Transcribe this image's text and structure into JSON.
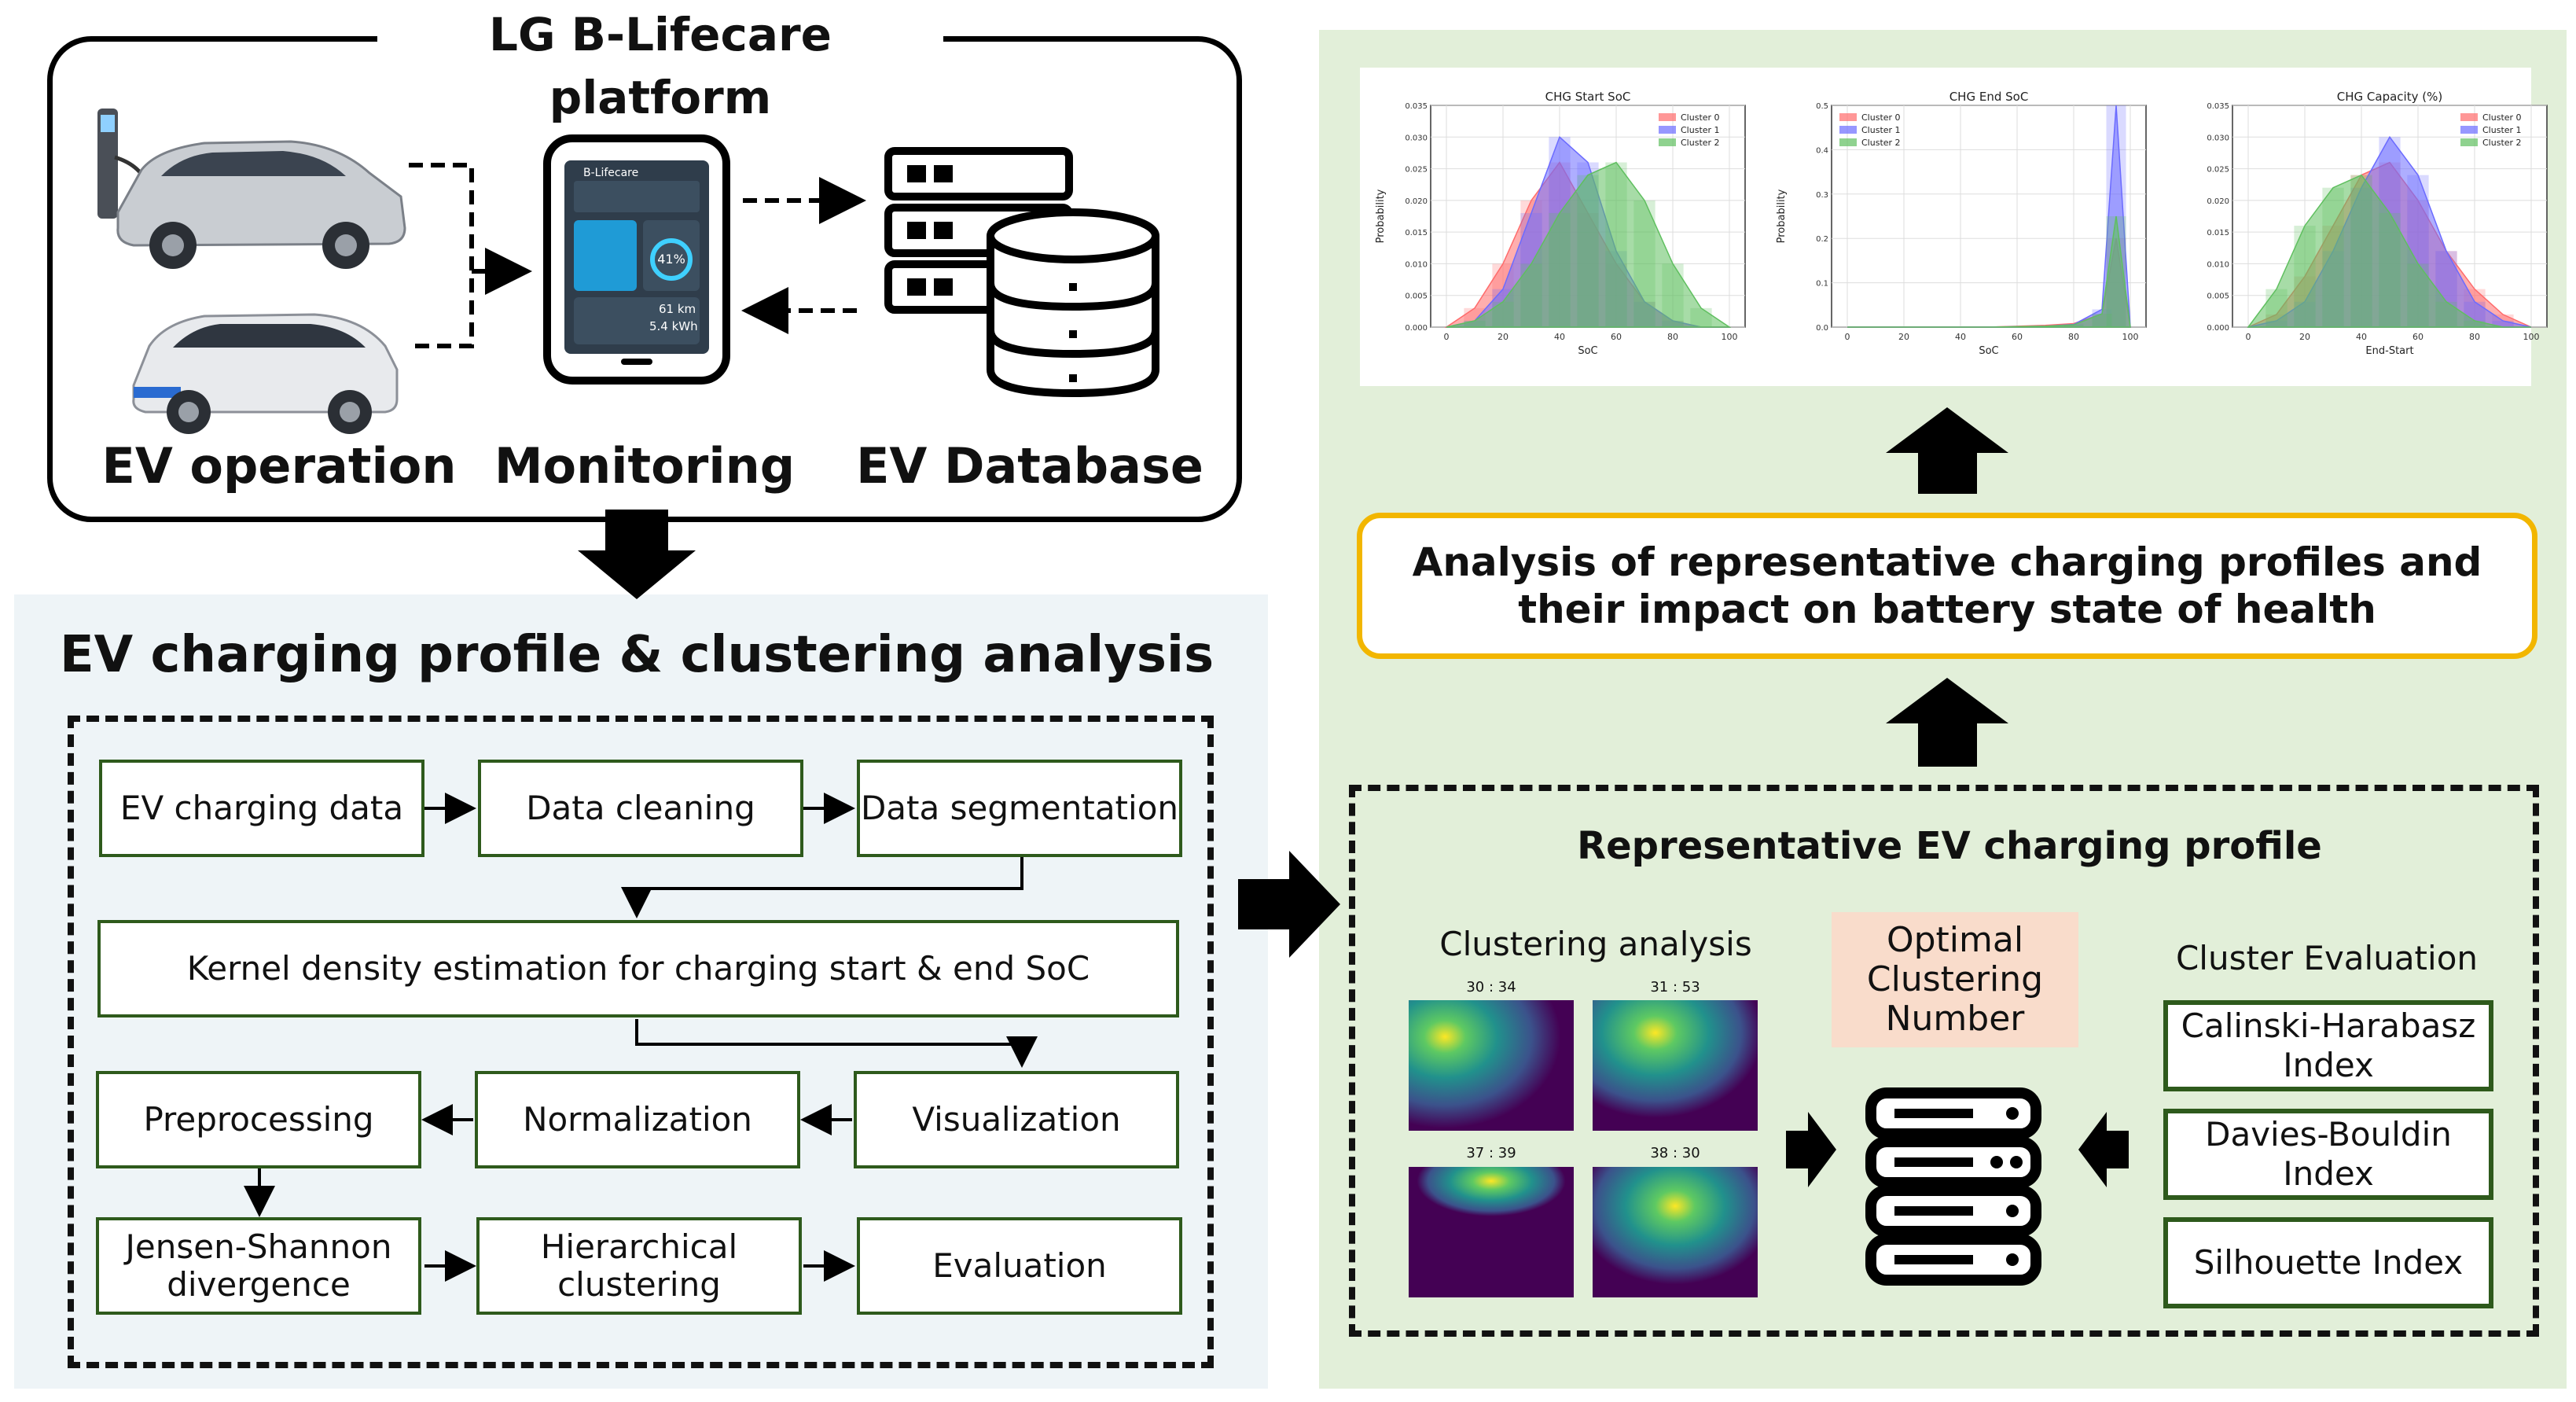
{
  "platform": {
    "title": "LG B-Lifecare platform",
    "labels": [
      "EV operation",
      "Monitoring",
      "EV Database"
    ],
    "phone": {
      "logo": "B-Lifecare",
      "percent": "41%",
      "distance": "61 km",
      "energy": "5.4 kWh"
    }
  },
  "clustering_section": {
    "title": "EV charging profile & clustering analysis",
    "steps": {
      "ev_charging_data": "EV charging data",
      "data_cleaning": "Data cleaning",
      "data_segmentation": "Data segmentation",
      "kde": "Kernel density estimation for charging start & end SoC",
      "preprocessing": "Preprocessing",
      "normalization": "Normalization",
      "visualization": "Visualization",
      "jsd": "Jensen-Shannon divergence",
      "hierarchical": "Hierarchical clustering",
      "evaluation": "Evaluation"
    }
  },
  "analysis_box": "Analysis of representative charging profiles and their impact on battery state of health",
  "representative": {
    "title": "Representative EV charging profile",
    "clustering_title": "Clustering analysis",
    "heatmaps": [
      {
        "label": "30 : 34"
      },
      {
        "label": "31 : 53"
      },
      {
        "label": "37 : 39"
      },
      {
        "label": "38 : 30"
      }
    ],
    "optimal": "Optimal Clustering Number",
    "eval_title": "Cluster Evaluation",
    "eval_items": [
      "Calinski-Harabasz Index",
      "Davies-Bouldin Index",
      "Silhouette Index"
    ]
  },
  "chart_data": [
    {
      "type": "bar",
      "title": "CHG Start SoC",
      "xlabel": "SoC",
      "ylabel": "Probability",
      "xlim": [
        0,
        100
      ],
      "ylim": [
        0,
        0.035
      ],
      "xticks": [
        "0",
        "20",
        "40",
        "60",
        "80",
        "100"
      ],
      "yticks": [
        "0.000",
        "0.005",
        "0.010",
        "0.015",
        "0.020",
        "0.025",
        "0.030",
        "0.035"
      ],
      "legend": "top-right",
      "grid": true,
      "x": [
        0,
        10,
        20,
        30,
        40,
        50,
        60,
        70,
        80,
        90,
        100
      ],
      "series": [
        {
          "name": "Cluster 0",
          "color": "#ff6b6b",
          "values": [
            0.0,
            0.003,
            0.01,
            0.02,
            0.026,
            0.018,
            0.01,
            0.004,
            0.001,
            0.0,
            0.0
          ]
        },
        {
          "name": "Cluster 1",
          "color": "#6b6bff",
          "values": [
            0.0,
            0.001,
            0.006,
            0.018,
            0.03,
            0.026,
            0.012,
            0.004,
            0.001,
            0.0,
            0.0
          ]
        },
        {
          "name": "Cluster 2",
          "color": "#5fbf5f",
          "values": [
            0.0,
            0.001,
            0.004,
            0.01,
            0.018,
            0.024,
            0.026,
            0.02,
            0.01,
            0.003,
            0.0
          ]
        }
      ]
    },
    {
      "type": "bar",
      "title": "CHG End SoC",
      "xlabel": "SoC",
      "ylabel": "Probability",
      "xlim": [
        0,
        100
      ],
      "ylim": [
        0,
        0.5
      ],
      "xticks": [
        "0",
        "20",
        "40",
        "60",
        "80",
        "100"
      ],
      "yticks": [
        "0.0",
        "0.1",
        "0.2",
        "0.3",
        "0.4",
        "0.5"
      ],
      "legend": "top-left",
      "grid": true,
      "x": [
        0,
        10,
        20,
        30,
        40,
        50,
        60,
        70,
        80,
        90,
        95,
        100
      ],
      "series": [
        {
          "name": "Cluster 0",
          "color": "#ff6b6b",
          "values": [
            0,
            0,
            0,
            0,
            0,
            0,
            0.002,
            0.004,
            0.008,
            0.03,
            0.2,
            0.0
          ]
        },
        {
          "name": "Cluster 1",
          "color": "#6b6bff",
          "values": [
            0,
            0,
            0,
            0,
            0,
            0,
            0.001,
            0.002,
            0.006,
            0.04,
            0.5,
            0.0
          ]
        },
        {
          "name": "Cluster 2",
          "color": "#5fbf5f",
          "values": [
            0,
            0,
            0,
            0,
            0,
            0,
            0.001,
            0.002,
            0.005,
            0.03,
            0.25,
            0.0
          ]
        }
      ]
    },
    {
      "type": "bar",
      "title": "CHG Capacity (%)",
      "xlabel": "End-Start",
      "ylabel": "",
      "xlim": [
        0,
        100
      ],
      "ylim": [
        0,
        0.035
      ],
      "xticks": [
        "0",
        "20",
        "40",
        "60",
        "80",
        "100"
      ],
      "yticks": [
        "0.000",
        "0.005",
        "0.010",
        "0.015",
        "0.020",
        "0.025",
        "0.030",
        "0.035"
      ],
      "legend": "top-right",
      "grid": true,
      "x": [
        0,
        10,
        20,
        30,
        40,
        50,
        60,
        70,
        80,
        90,
        100
      ],
      "series": [
        {
          "name": "Cluster 0",
          "color": "#ff6b6b",
          "values": [
            0.0,
            0.002,
            0.008,
            0.016,
            0.024,
            0.026,
            0.02,
            0.012,
            0.006,
            0.002,
            0.0
          ]
        },
        {
          "name": "Cluster 1",
          "color": "#6b6bff",
          "values": [
            0.0,
            0.001,
            0.004,
            0.012,
            0.022,
            0.03,
            0.024,
            0.012,
            0.004,
            0.001,
            0.0
          ]
        },
        {
          "name": "Cluster 2",
          "color": "#5fbf5f",
          "values": [
            0.0,
            0.006,
            0.016,
            0.022,
            0.024,
            0.018,
            0.01,
            0.004,
            0.001,
            0.0,
            0.0
          ]
        }
      ]
    }
  ]
}
